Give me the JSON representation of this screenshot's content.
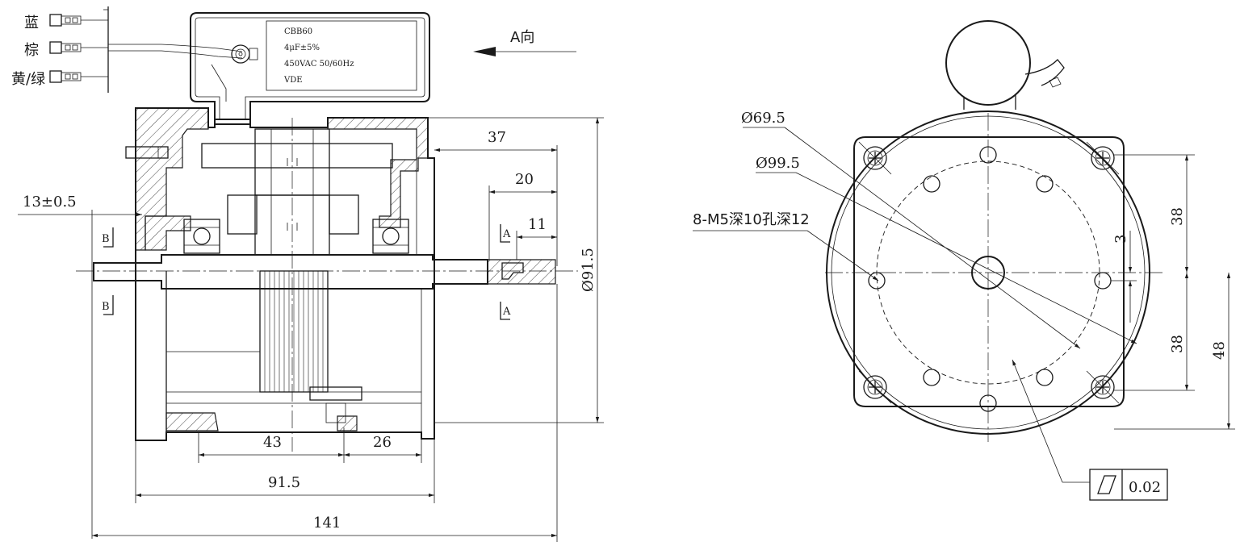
{
  "wires": [
    {
      "label": "蓝"
    },
    {
      "label": "棕"
    },
    {
      "label": "黄/绿"
    }
  ],
  "capacitor": {
    "lines": [
      "CBB60",
      "4μF±5%",
      "450VAC 50/60Hz",
      "VDE"
    ]
  },
  "view_label": "A向",
  "side_view": {
    "dims": {
      "d37": "37",
      "d20": "20",
      "d11": "11",
      "d13": "13±0.5",
      "d915v": "Ø91.5",
      "d43": "43",
      "d26": "26",
      "d915h": "91.5",
      "d141": "141"
    },
    "section_marks": {
      "a": "A",
      "b": "B"
    }
  },
  "front_view": {
    "dims": {
      "d695": "Ø69.5",
      "d995": "Ø99.5",
      "holes": "8-M5深10孔深12",
      "d38a": "38",
      "d38b": "38",
      "d48": "48",
      "d3": "3"
    },
    "tolerance": {
      "value": "0.02"
    }
  }
}
